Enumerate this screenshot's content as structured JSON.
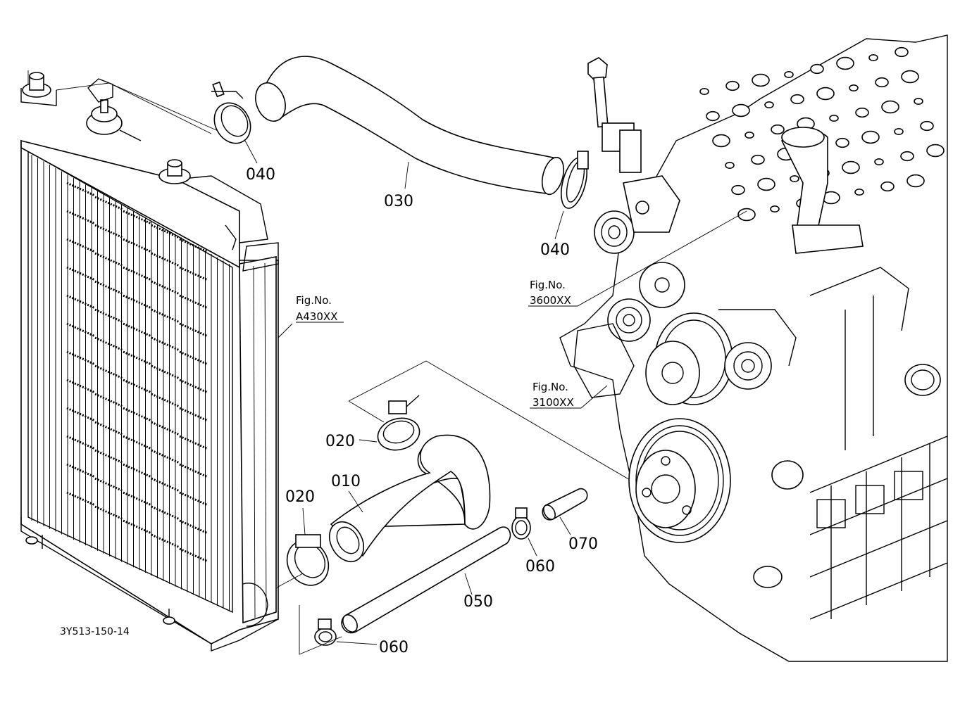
{
  "diagram": {
    "drawing_code": "3Y513-150-14",
    "parts": [
      {
        "id": "p010",
        "label": "010",
        "name": "lower-hose"
      },
      {
        "id": "p020a",
        "label": "020",
        "name": "hose-clamp-upper"
      },
      {
        "id": "p020b",
        "label": "020",
        "name": "hose-clamp-lower"
      },
      {
        "id": "p030",
        "label": "030",
        "name": "upper-hose"
      },
      {
        "id": "p040a",
        "label": "040",
        "name": "hose-clamp-radiator-side"
      },
      {
        "id": "p040b",
        "label": "040",
        "name": "hose-clamp-engine-side"
      },
      {
        "id": "p050",
        "label": "050",
        "name": "bypass-hose"
      },
      {
        "id": "p060a",
        "label": "060",
        "name": "hose-clip-upper"
      },
      {
        "id": "p060b",
        "label": "060",
        "name": "hose-clip-lower"
      },
      {
        "id": "p070",
        "label": "070",
        "name": "pipe"
      }
    ],
    "figure_refs": [
      {
        "prefix": "Fig.No.",
        "number": "A430XX"
      },
      {
        "prefix": "Fig.No.",
        "number": "3600XX"
      },
      {
        "prefix": "Fig.No.",
        "number": "3100XX"
      }
    ]
  }
}
